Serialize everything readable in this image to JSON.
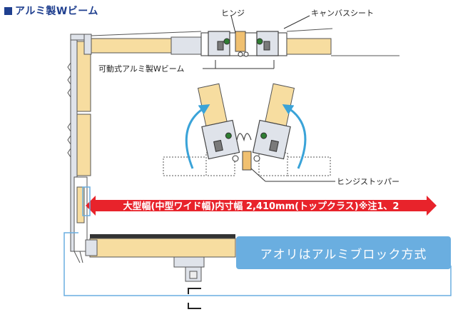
{
  "heading": "アルミ製Wビーム",
  "labels": {
    "hinge": "ヒンジ",
    "canvas_sheet": "キャンバスシート",
    "movable_beam": "可動式アルミ製Wビーム",
    "hinge_stopper": "ヒンジストッパー"
  },
  "width_banner": "大型幅(中型ワイド幅)内寸幅 2,410mm(トップクラス)※注1、2",
  "aori_note": "アオリはアルミブロック方式",
  "colors": {
    "navy": "#1f3f8f",
    "red": "#e8232b",
    "sky_blue": "#6aaee0",
    "arrow_blue": "#3aa3d8",
    "wood": "#f7dda0",
    "aluminum": "#dfe3ea"
  }
}
